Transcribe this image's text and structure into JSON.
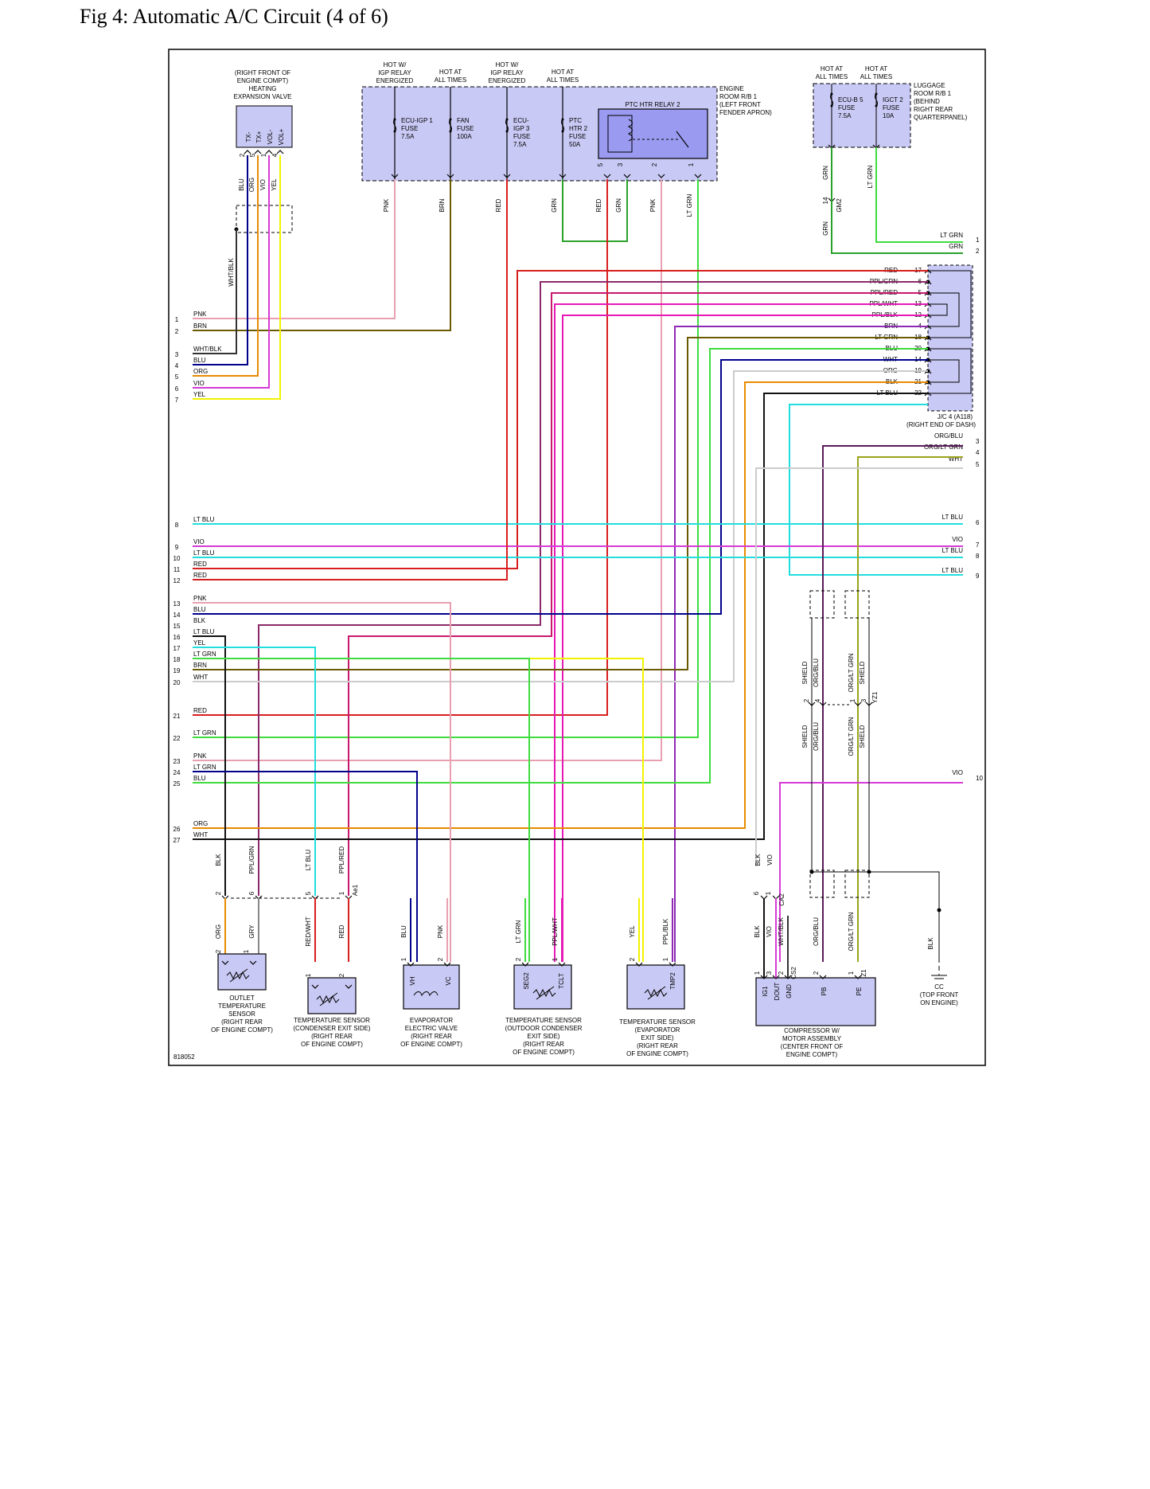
{
  "title": "Fig 4: Automatic A/C Circuit (4 of 6)",
  "figure_id": "818052",
  "colors": {
    "PNK": "#e8a0b0",
    "BRN": "#6b5a00",
    "RED": "#d81e1e",
    "GRN": "#2aa12a",
    "LT GRN": "#3fdc3f",
    "BLU": "#00008b",
    "ORG": "#e88a00",
    "VIO": "#d63ad6",
    "YEL": "#f2f200",
    "WHT/BLK": "#333333",
    "LT BLU": "#22dddd",
    "BLK": "#111111",
    "WHT": "#cccccc",
    "PPL/GRN": "#8b2a6a",
    "PPL/RED": "#c8186e",
    "PPL/WHT": "#e619b4",
    "PPL/BLK": "#8e2ab5",
    "ORG/BLU": "#5a1a5a",
    "ORG/LT GRN": "#9aa31a",
    "RED/WHT": "#d81e1e",
    "GRY": "#888888",
    "component_fill": "#c9c9f5"
  },
  "top_labels": [
    {
      "id": "expv",
      "lines": [
        "(RIGHT FRONT OF",
        "ENGINE COMPT)",
        "HEATING",
        "EXPANSION VALVE"
      ]
    },
    {
      "id": "hot1",
      "lines": [
        "HOT W/",
        "IGP RELAY",
        "ENERGIZED"
      ]
    },
    {
      "id": "hot2",
      "lines": [
        "HOT AT",
        "ALL TIMES"
      ]
    },
    {
      "id": "hot3",
      "lines": [
        "HOT W/",
        "IGP RELAY",
        "ENERGIZED"
      ]
    },
    {
      "id": "hot4",
      "lines": [
        "HOT AT",
        "ALL TIMES"
      ]
    },
    {
      "id": "hot5",
      "lines": [
        "HOT AT",
        "ALL TIMES"
      ]
    },
    {
      "id": "hot6",
      "lines": [
        "HOT AT",
        "ALL TIMES"
      ]
    }
  ],
  "engine_rb": {
    "lines": [
      "ENGINE",
      "ROOM R/B 1",
      "(LEFT FRONT",
      "FENDER APRON)"
    ]
  },
  "luggage_rb": {
    "lines": [
      "LUGGAGE",
      "ROOM R/B 1",
      "(BEHIND",
      "RIGHT REAR",
      "QUARTERPANEL)"
    ]
  },
  "fuses": [
    {
      "id": "f1",
      "lines": [
        "ECU-IGP 1",
        "FUSE",
        "7.5A"
      ]
    },
    {
      "id": "f2",
      "lines": [
        "FAN",
        "FUSE",
        "100A"
      ]
    },
    {
      "id": "f3",
      "lines": [
        "ECU-",
        "IGP 3",
        "FUSE",
        "7.5A"
      ]
    },
    {
      "id": "f4",
      "lines": [
        "PTC",
        "HTR 2",
        "FUSE",
        "50A"
      ]
    },
    {
      "id": "f5",
      "lines": [
        "ECU-B 5",
        "FUSE",
        "7.5A"
      ]
    },
    {
      "id": "f6",
      "lines": [
        "IGCT 2",
        "FUSE",
        "10A"
      ]
    }
  ],
  "ptc_relay": "PTC HTR RELAY 2",
  "relay_pins": [
    "5",
    "3",
    "2",
    "1"
  ],
  "expv_pins": [
    "TX-",
    "TX+",
    "VOL-",
    "VOL+"
  ],
  "expv_pin_numbers": [
    "2",
    "5",
    "1",
    "4"
  ],
  "expv_wires": [
    "BLU",
    "ORG",
    "VIO",
    "YEL"
  ],
  "whtblk": "WHT/BLK",
  "fuse_wires": [
    "PNK",
    "BRN",
    "RED",
    "GRN",
    "RED",
    "GRN",
    "PNK",
    "LT GRN"
  ],
  "lug_wires": [
    "GRN",
    "LT GRN"
  ],
  "lug_connector": {
    "pin": "14",
    "name": "GM2"
  },
  "right_top_wires": [
    {
      "label": "LT GRN",
      "num": "1"
    },
    {
      "label": "GRN",
      "num": "2"
    }
  ],
  "jc4": {
    "name": "J/C 4 (A118)",
    "location": "(RIGHT END OF DASH)"
  },
  "jc4_rows": [
    {
      "label": "RED",
      "pin": "17"
    },
    {
      "label": "PPL/GRN",
      "pin": "6"
    },
    {
      "label": "PPL/RED",
      "pin": "5"
    },
    {
      "label": "PPL/WHT",
      "pin": "13"
    },
    {
      "label": "PPL/BLK",
      "pin": "12"
    },
    {
      "label": "BRN",
      "pin": "4"
    },
    {
      "label": "LT GRN",
      "pin": "18"
    },
    {
      "label": "BLU",
      "pin": "20"
    },
    {
      "label": "WHT",
      "pin": "14"
    },
    {
      "label": "ORG",
      "pin": "19"
    },
    {
      "label": "BLK",
      "pin": "21"
    },
    {
      "label": "LT BLU",
      "pin": "22"
    }
  ],
  "right_wires": [
    {
      "label": "ORG/BLU",
      "num": "3"
    },
    {
      "label": "ORG/LT GRN",
      "num": "4"
    },
    {
      "label": "WHT",
      "num": "5"
    },
    {
      "label": "LT BLU",
      "num": "6"
    },
    {
      "label": "VIO",
      "num": "7"
    },
    {
      "label": "LT BLU",
      "num": "8"
    },
    {
      "label": "LT BLU",
      "num": "9"
    },
    {
      "label": "VIO",
      "num": "10"
    }
  ],
  "left_wires": [
    {
      "num": "1",
      "label": "PNK"
    },
    {
      "num": "2",
      "label": "BRN"
    },
    {
      "num": "3",
      "label": "WHT/BLK"
    },
    {
      "num": "4",
      "label": "BLU"
    },
    {
      "num": "5",
      "label": "ORG"
    },
    {
      "num": "6",
      "label": "VIO"
    },
    {
      "num": "7",
      "label": "YEL"
    },
    {
      "num": "8",
      "label": "LT BLU"
    },
    {
      "num": "9",
      "label": "VIO"
    },
    {
      "num": "10",
      "label": "LT BLU"
    },
    {
      "num": "11",
      "label": "RED"
    },
    {
      "num": "12",
      "label": "RED"
    },
    {
      "num": "13",
      "label": "PNK"
    },
    {
      "num": "14",
      "label": "BLU"
    },
    {
      "num": "15",
      "label": "BLK"
    },
    {
      "num": "16",
      "label": "LT BLU"
    },
    {
      "num": "17",
      "label": "YEL"
    },
    {
      "num": "18",
      "label": "LT GRN"
    },
    {
      "num": "19",
      "label": "BRN"
    },
    {
      "num": "20",
      "label": "WHT"
    },
    {
      "num": "21",
      "label": "RED"
    },
    {
      "num": "22",
      "label": "LT GRN"
    },
    {
      "num": "23",
      "label": "PNK"
    },
    {
      "num": "24",
      "label": "LT GRN"
    },
    {
      "num": "25",
      "label": "BLU"
    },
    {
      "num": "26",
      "label": "ORG"
    },
    {
      "num": "27",
      "label": "WHT"
    }
  ],
  "comp_shield": {
    "upper": [
      "SHIELD",
      "ORG/BLU",
      "ORG/LT GRN",
      "SHIELD"
    ],
    "pins": [
      "2",
      "4",
      "1",
      "3"
    ],
    "name": "YZ1",
    "lower": [
      "SHIELD",
      "ORG/BLU",
      "ORG/LT GRN",
      "SHIELD"
    ]
  },
  "ae1": {
    "wires": [
      "BLK",
      "PPL/GRN",
      "LT BLU",
      "PPL/RED"
    ],
    "pins": [
      "2",
      "6",
      "5",
      "1"
    ],
    "name": "Ae1"
  },
  "ca2": {
    "wires": [
      "BLK",
      "VIO"
    ],
    "pins": [
      "6",
      "1"
    ],
    "name": "CA2"
  },
  "sensor_wires": [
    {
      "a": "ORG",
      "b": "GRY"
    },
    {
      "a": "RED/WHT",
      "b": "RED"
    },
    {
      "a": "BLU",
      "b": "PNK"
    },
    {
      "a": "LT GRN",
      "b": "PPL/WHT"
    },
    {
      "a": "YEL",
      "b": "PPL/BLK"
    }
  ],
  "components": [
    {
      "id": "outlet",
      "pins": [
        "2",
        "1"
      ],
      "lines": [
        "OUTLET",
        "TEMPERATURE",
        "SENSOR",
        "(RIGHT REAR",
        "OF ENGINE COMPT)"
      ]
    },
    {
      "id": "cond",
      "pins": [
        "1",
        "2"
      ],
      "lines": [
        "TEMPERATURE SENSOR",
        "(CONDENSER EXIT SIDE)",
        "(RIGHT REAR",
        "OF ENGINE COMPT)"
      ]
    },
    {
      "id": "evap",
      "pins": [
        "1",
        "2"
      ],
      "tags": [
        "VH",
        "VC"
      ],
      "lines": [
        "EVAPORATOR",
        "ELECTRIC VALVE",
        "(RIGHT REAR",
        "OF ENGINE COMPT)"
      ]
    },
    {
      "id": "outdoor",
      "pins": [
        "2",
        "1"
      ],
      "tags": [
        "SEG2",
        "TCLT"
      ],
      "lines": [
        "TEMPERATURE SENSOR",
        "(OUTDOOR CONDENSER",
        "EXIT SIDE)",
        "(RIGHT REAR",
        "OF ENGINE COMPT)"
      ]
    },
    {
      "id": "evapsens",
      "pins": [
        "2",
        "1"
      ],
      "tags": [
        "TMP2"
      ],
      "lines": [
        "TEMPERATURE SENSOR",
        "(EVAPORATOR",
        "EXIT SIDE)",
        "(RIGHT REAR",
        "OF ENGINE COMPT)"
      ]
    },
    {
      "id": "compressor",
      "pins": [
        "1",
        "3",
        "2",
        "2",
        "1"
      ],
      "tags": [
        "IG1",
        "DOUT",
        "GND",
        "PB",
        "PE"
      ],
      "name": "CS2",
      "name2": "Z1",
      "wires": [
        "BLK",
        "VIO",
        "WHT/BLK",
        "ORG/BLU",
        "ORG/LT GRN"
      ],
      "lines": [
        "COMPRESSOR W/",
        "MOTOR ASSEMBLY",
        "(CENTER FRONT OF",
        "ENGINE COMPT)"
      ]
    }
  ],
  "ground": {
    "wire": "BLK",
    "name": "CC",
    "lines": [
      "(TOP FRONT",
      "ON ENGINE)"
    ]
  }
}
